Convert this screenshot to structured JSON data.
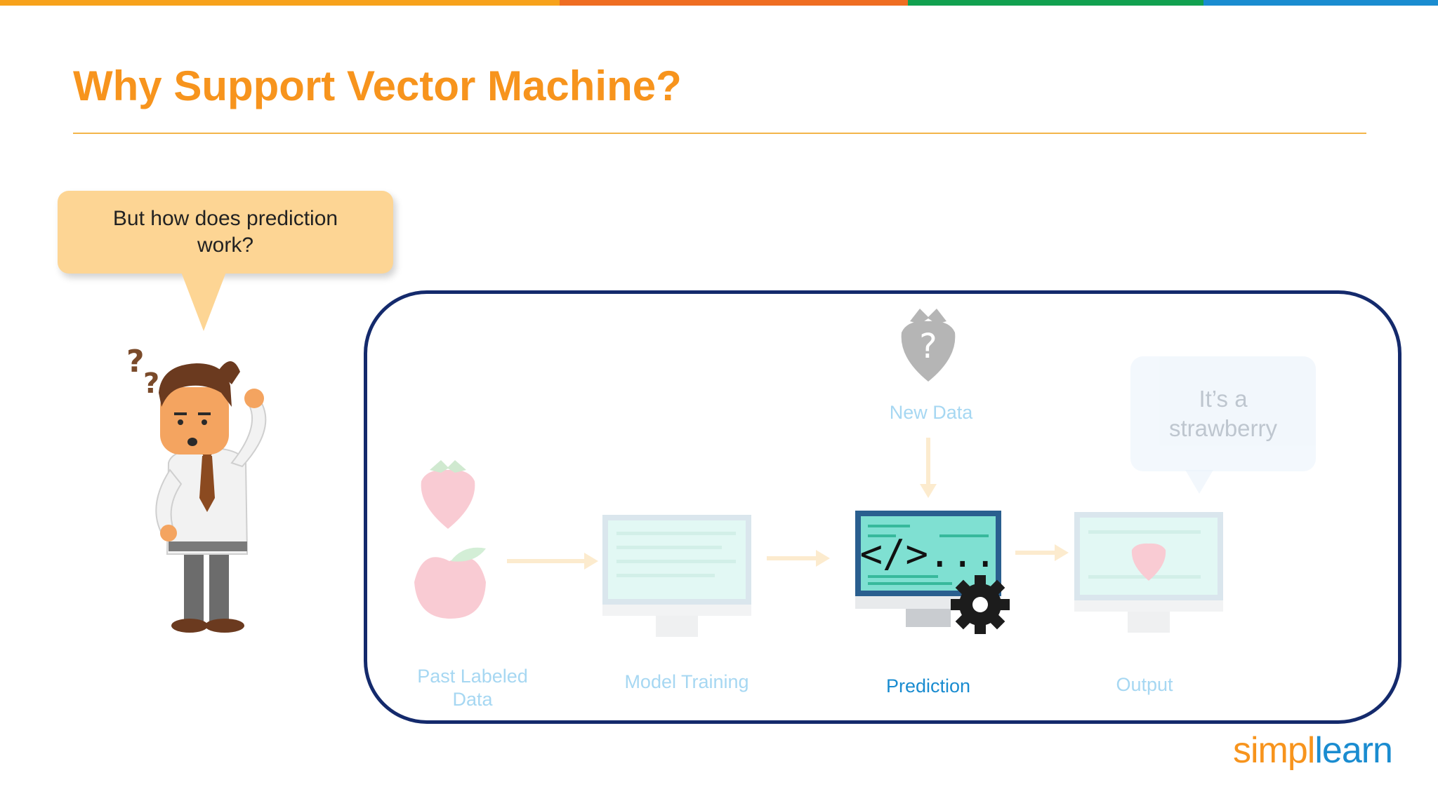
{
  "colors": {
    "title": "#f7941d",
    "frame": "#142a6c",
    "bubble": "#fdd594",
    "active_label": "#1a8cd0",
    "topbar": [
      "#f7a21b",
      "#ef6d22",
      "#12a150",
      "#1a8cd0"
    ]
  },
  "slide": {
    "title": "Why Support Vector Machine?"
  },
  "speech_bubble": {
    "text": "But how does prediction work?"
  },
  "diagram": {
    "stages": {
      "past_data": "Past Labeled Data",
      "model_training": "Model Training",
      "prediction": "Prediction",
      "output": "Output"
    },
    "new_data_label": "New Data",
    "code_glyph": "</>...",
    "output_bubble": "It’s a strawberry",
    "question_mark": "?"
  },
  "logo": {
    "part1": "simpl",
    "part2": "learn"
  },
  "icons": [
    "question-marks-icon",
    "strawberry-icon",
    "apple-icon",
    "monitor-icon",
    "gear-icon",
    "arrow-icon"
  ]
}
